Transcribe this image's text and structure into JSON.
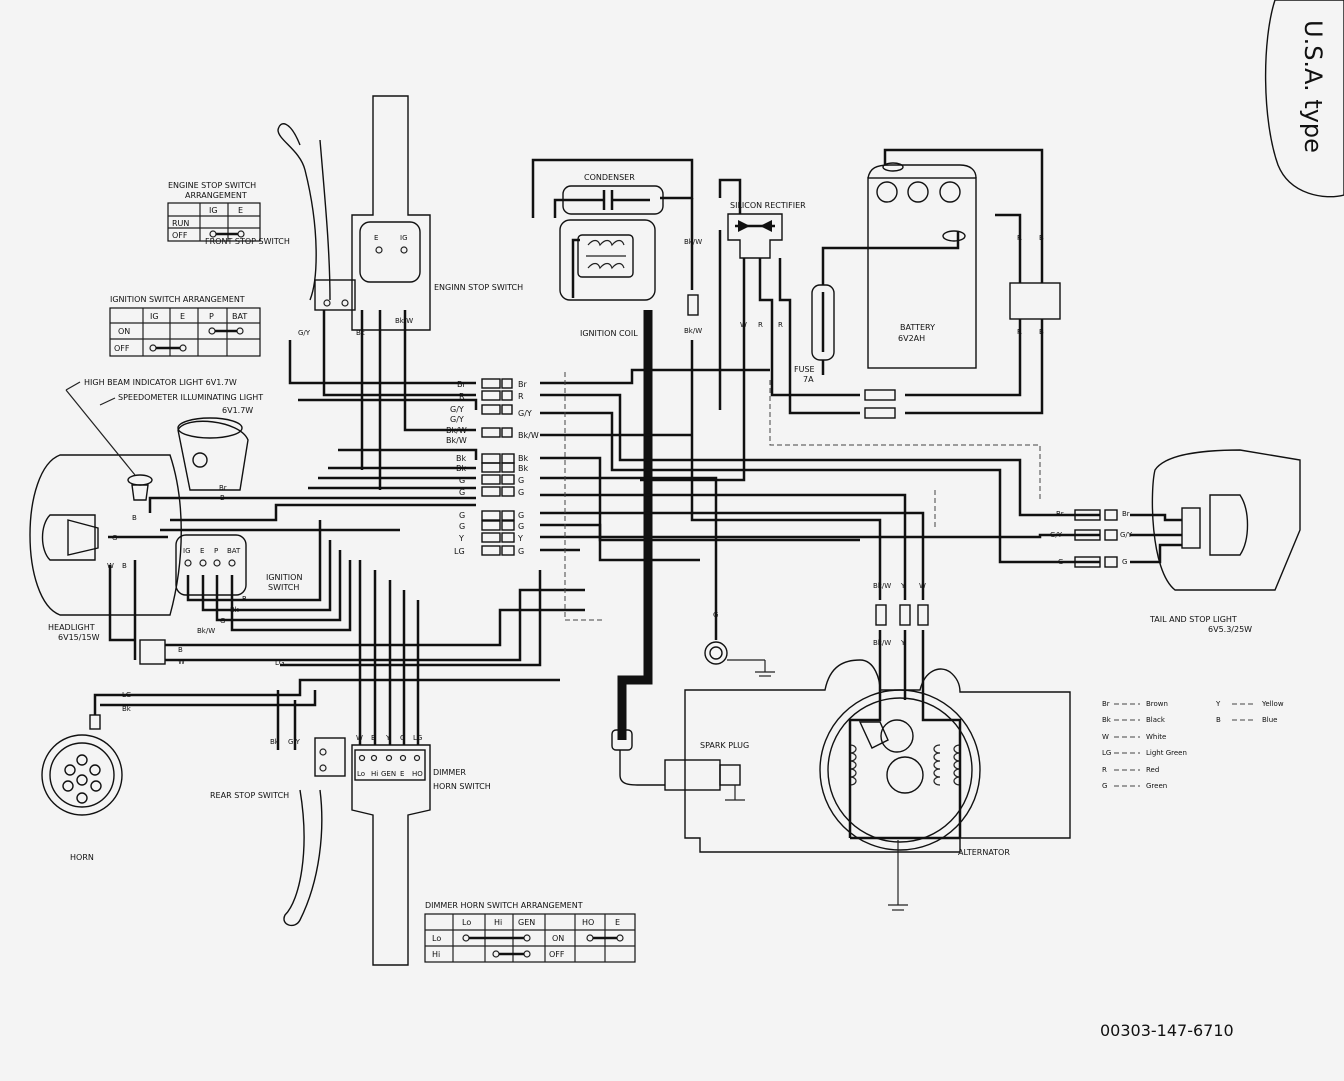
{
  "type_note": "U.S.A. type",
  "part_number": "00303-147-6710",
  "components": {
    "condenser": "CONDENSER",
    "ignition_coil": "IGNITION COIL",
    "silicon_rectifier": "SILICON RECTIFIER",
    "battery": "BATTERY",
    "battery_spec": "6V2AH",
    "fuse": "FUSE",
    "fuse_spec": "7A",
    "front_stop_switch": "FRONT STOP SWITCH",
    "engine_stop_switch": "ENGINN STOP SWITCH",
    "high_beam": "HIGH BEAM INDICATOR LIGHT 6V1.7W",
    "speedo_light": "SPEEDOMETER ILLUMINATING LIGHT",
    "speedo_light_spec": "6V1.7W",
    "ignition_switch": "IGNITION",
    "ignition_switch_2": "SWITCH",
    "headlight": "HEADLIGHT",
    "headlight_spec": "6V15/15W",
    "horn": "HORN",
    "rear_stop_switch": "REAR STOP SWITCH",
    "dimmer_horn_switch": "DIMMER",
    "dimmer_horn_switch_2": "HORN SWITCH",
    "spark_plug": "SPARK PLUG",
    "alternator": "ALTERNATOR",
    "tail_light": "TAIL AND STOP LIGHT",
    "tail_light_spec": "6V5.3/25W"
  },
  "engine_stop_table": {
    "title1": "ENGINE STOP SWITCH",
    "title2": "ARRANGEMENT",
    "headers": [
      "IG",
      "E"
    ],
    "rows": [
      "RUN",
      "OFF"
    ]
  },
  "ignition_table": {
    "title": "IGNITION SWITCH ARRANGEMENT",
    "headers": [
      "IG",
      "E",
      "P",
      "BAT"
    ],
    "rows": [
      "ON",
      "OFF"
    ]
  },
  "dimmer_table": {
    "title": "DIMMER HORN SWITCH ARRANGEMENT",
    "headers": [
      "Lo",
      "Hi",
      "GEN",
      "HO",
      "E"
    ],
    "rows": [
      "Lo",
      "Hi"
    ],
    "states": [
      "ON",
      "OFF"
    ]
  },
  "ign_terminals": [
    "IG",
    "E",
    "P",
    "BAT"
  ],
  "eng_terminals": [
    "E",
    "IG"
  ],
  "dimmer_terminals": [
    "Lo",
    "Hi",
    "GEN",
    "E",
    "HO"
  ],
  "dimmer_wires": [
    "W",
    "B",
    "Y",
    "G",
    "LG"
  ],
  "connector_labels": {
    "left": [
      "Br",
      "R",
      "G/Y",
      "G/Y",
      "Bk/W",
      "Bk/W",
      "Bk",
      "Bk",
      "G",
      "G",
      "G",
      "G",
      "Y",
      "LG"
    ],
    "right": [
      "Br",
      "R",
      "G/Y",
      "Bk/W",
      "Bk",
      "Bk",
      "G",
      "G",
      "G",
      "G",
      "Y",
      "G"
    ]
  },
  "wire_labels": {
    "coil_bkw_top": "Bk/W",
    "coil_bkw_bot": "Bk/W",
    "rect_w": "W",
    "rect_r1": "R",
    "rect_r2": "R",
    "bat_r": "R",
    "bat_b": "B",
    "bat_r2": "R",
    "bat_b2": "B",
    "fss_gy": "G/Y",
    "fss_bk": "Bk",
    "ess_bkw": "Bk/W",
    "hl_br": "Br",
    "hl_b": "B",
    "hl_g": "G",
    "hl_w": "W",
    "hl_b2": "B",
    "ign_r": "R",
    "ign_bk": "Bk",
    "ign_g": "G",
    "ign_bkw": "Bk/W",
    "hb_b": "B",
    "hb_w": "W",
    "lg": "LG",
    "bk": "Bk",
    "rss_bk": "Bk",
    "rss_gy": "G Y",
    "g_spark": "G",
    "alt_bkw": "Bk/W",
    "alt_y": "Y",
    "alt_w": "W",
    "alt_bkw2": "Bk/W",
    "tail_br_l": "Br",
    "tail_br_r": "Br",
    "tail_gy_l": "G/Y",
    "tail_gy_r": "G/Y",
    "tail_g_l": "G",
    "tail_g_r": "G",
    "lg2": "LG"
  },
  "legend": [
    {
      "code": "Br",
      "name": "Brown"
    },
    {
      "code": "Bk",
      "name": "Black"
    },
    {
      "code": "W",
      "name": "White"
    },
    {
      "code": "LG",
      "name": "Light Green"
    },
    {
      "code": "R",
      "name": "Red"
    },
    {
      "code": "G",
      "name": "Green"
    },
    {
      "code": "Y",
      "name": "Yellow"
    },
    {
      "code": "B",
      "name": "Blue"
    }
  ]
}
